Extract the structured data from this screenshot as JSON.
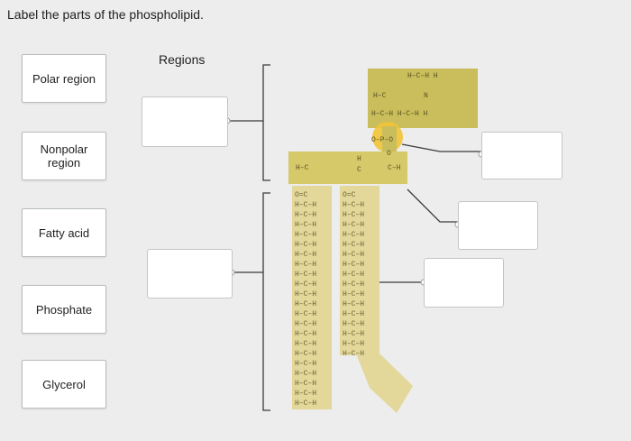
{
  "question": "Label the parts of the phospholipid.",
  "regions_title": "Regions",
  "labels": [
    {
      "text": "Polar region"
    },
    {
      "text": "Nonpolar region"
    },
    {
      "text": "Fatty acid"
    },
    {
      "text": "Phosphate"
    },
    {
      "text": "Glycerol"
    }
  ],
  "molecule": {
    "head_atoms": {
      "amine": "H–C–H  H",
      "nitrogen": "N",
      "phosphate": "O–P–O",
      "oxygen": "O",
      "carbon": "C",
      "hydrogen": "H"
    },
    "chain_unit": "H–C–H",
    "chain_cap": "O=C"
  },
  "colors": {
    "head": "#c9bd5c",
    "glycerol": "#d6c96a",
    "tails": "#e3d79a",
    "phosphate_highlight": "#f2c335",
    "leader_line": "#3b3b3b",
    "bracket": "#3b3b3b"
  }
}
